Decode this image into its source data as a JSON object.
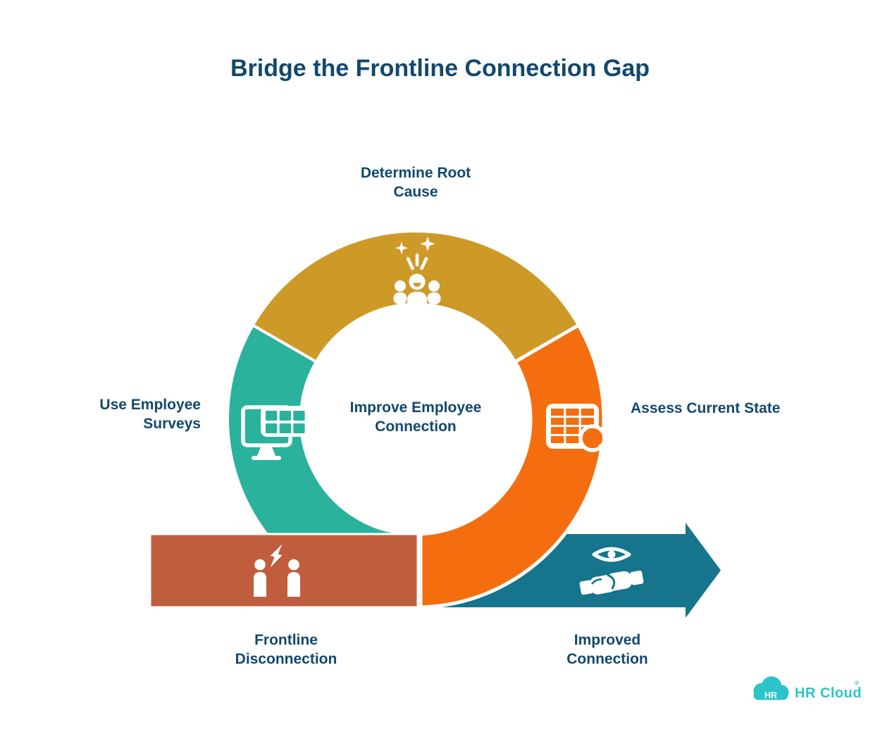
{
  "title": "Bridge the Frontline Connection Gap",
  "center_label": {
    "line1": "Improve Employee",
    "line2": "Connection"
  },
  "cycle_steps": [
    {
      "name": "Determine Root Cause",
      "line1": "Determine Root",
      "line2": "Cause",
      "icon": "celebration-people-icon"
    },
    {
      "name": "Use Employee Surveys",
      "line1": "Use Employee",
      "line2": "Surveys",
      "icon": "survey-monitor-icon"
    },
    {
      "name": "Assess Current State",
      "line1": "Assess Current State",
      "line2": "",
      "icon": "table-magnifier-icon"
    }
  ],
  "flow_endpoints": {
    "start": {
      "name": "Frontline Disconnection",
      "line1": "Frontline",
      "line2": "Disconnection",
      "icon": "people-conflict-icon"
    },
    "end": {
      "name": "Improved Connection",
      "line1": "Improved",
      "line2": "Connection",
      "icon": "eye-handshake-icon"
    }
  },
  "branding": {
    "cloud_monogram": "HR",
    "wordmark": "HR Cloud",
    "registered_mark": "®"
  },
  "colors": {
    "navy": "#12486e",
    "gold": "#cd9a28",
    "teal": "#2ab29d",
    "orange": "#f46e0f",
    "brown": "#c05d3c",
    "arrow-teal": "#16748c",
    "logo-teal": "#2cc4c8",
    "icon-white": "#ffffff",
    "background": "#ffffff"
  }
}
